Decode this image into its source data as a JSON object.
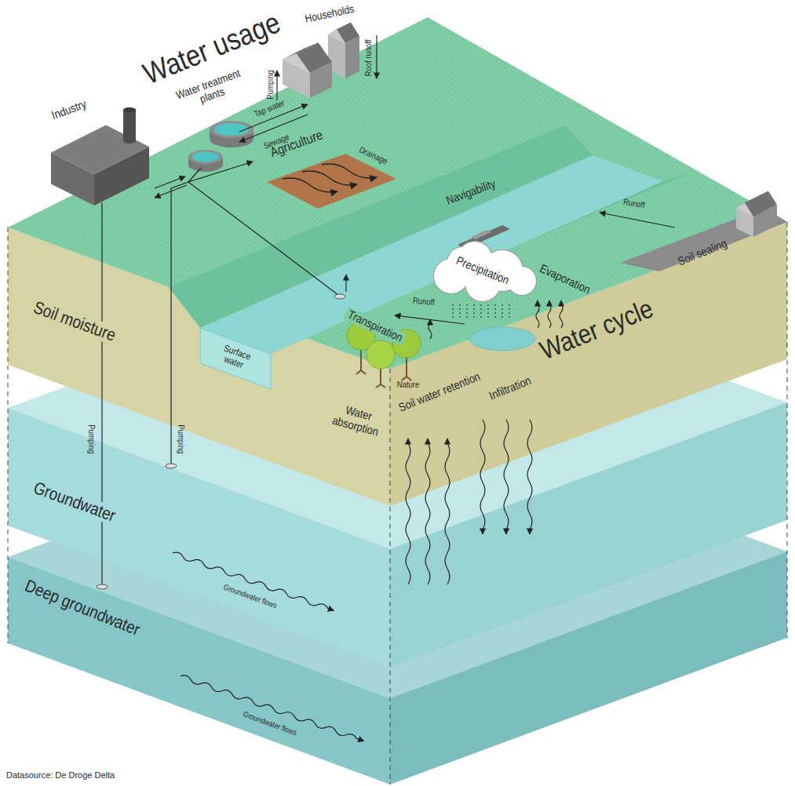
{
  "diagram": {
    "caption": "Datasource: De Droge Delta",
    "labels": [
      "Water usage",
      "Households",
      "Water treatment plants",
      "Pumping",
      "Roof runoff",
      "Tap water",
      "Sewage",
      "Industry",
      "Agriculture",
      "Drainage",
      "Navigability",
      "Runoff",
      "Soil sealing",
      "Precipitation",
      "Evaporation",
      "Soil moisture",
      "Runoff",
      "Transpiration",
      "Water cycle",
      "Surface water",
      "Nature",
      "Soil water retention",
      "Infiltration",
      "Water absorption",
      "Pumping",
      "Pumping",
      "Groundwater",
      "Groundwater flows",
      "Deep groundwater",
      "Groundwater flows"
    ]
  }
}
